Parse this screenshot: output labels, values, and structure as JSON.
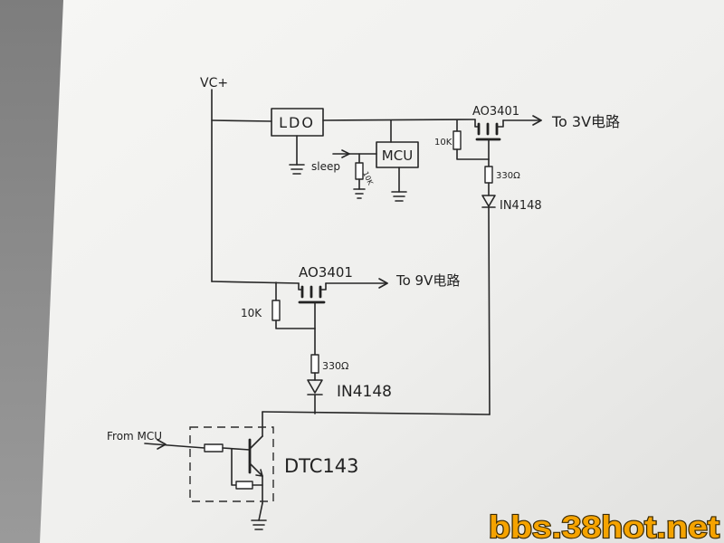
{
  "diagram": {
    "supply_label": "VC+",
    "ldo_label": "LDO",
    "mcu_label": "MCU",
    "sleep_label": "sleep",
    "sleep_resistor": "10K",
    "top_switch": {
      "mosfet_label": "AO3401",
      "output_label": "To 3V电路",
      "gate_resistor": "10K",
      "series_resistor": "330Ω",
      "diode": "IN4148"
    },
    "bottom_switch": {
      "mosfet_label": "AO3401",
      "output_label": "To 9V电路",
      "gate_resistor": "10K",
      "series_resistor": "330Ω",
      "diode": "IN4148"
    },
    "driver": {
      "input_label": "From MCU",
      "transistor_label": "DTC143"
    }
  },
  "watermark": "bbs.38hot.net",
  "colors": {
    "ink": "#262626",
    "paper": "#f1f1ef",
    "background": "#8a8a8a",
    "watermark_fill": "#f5a300",
    "watermark_outline": "#3b2a00"
  }
}
